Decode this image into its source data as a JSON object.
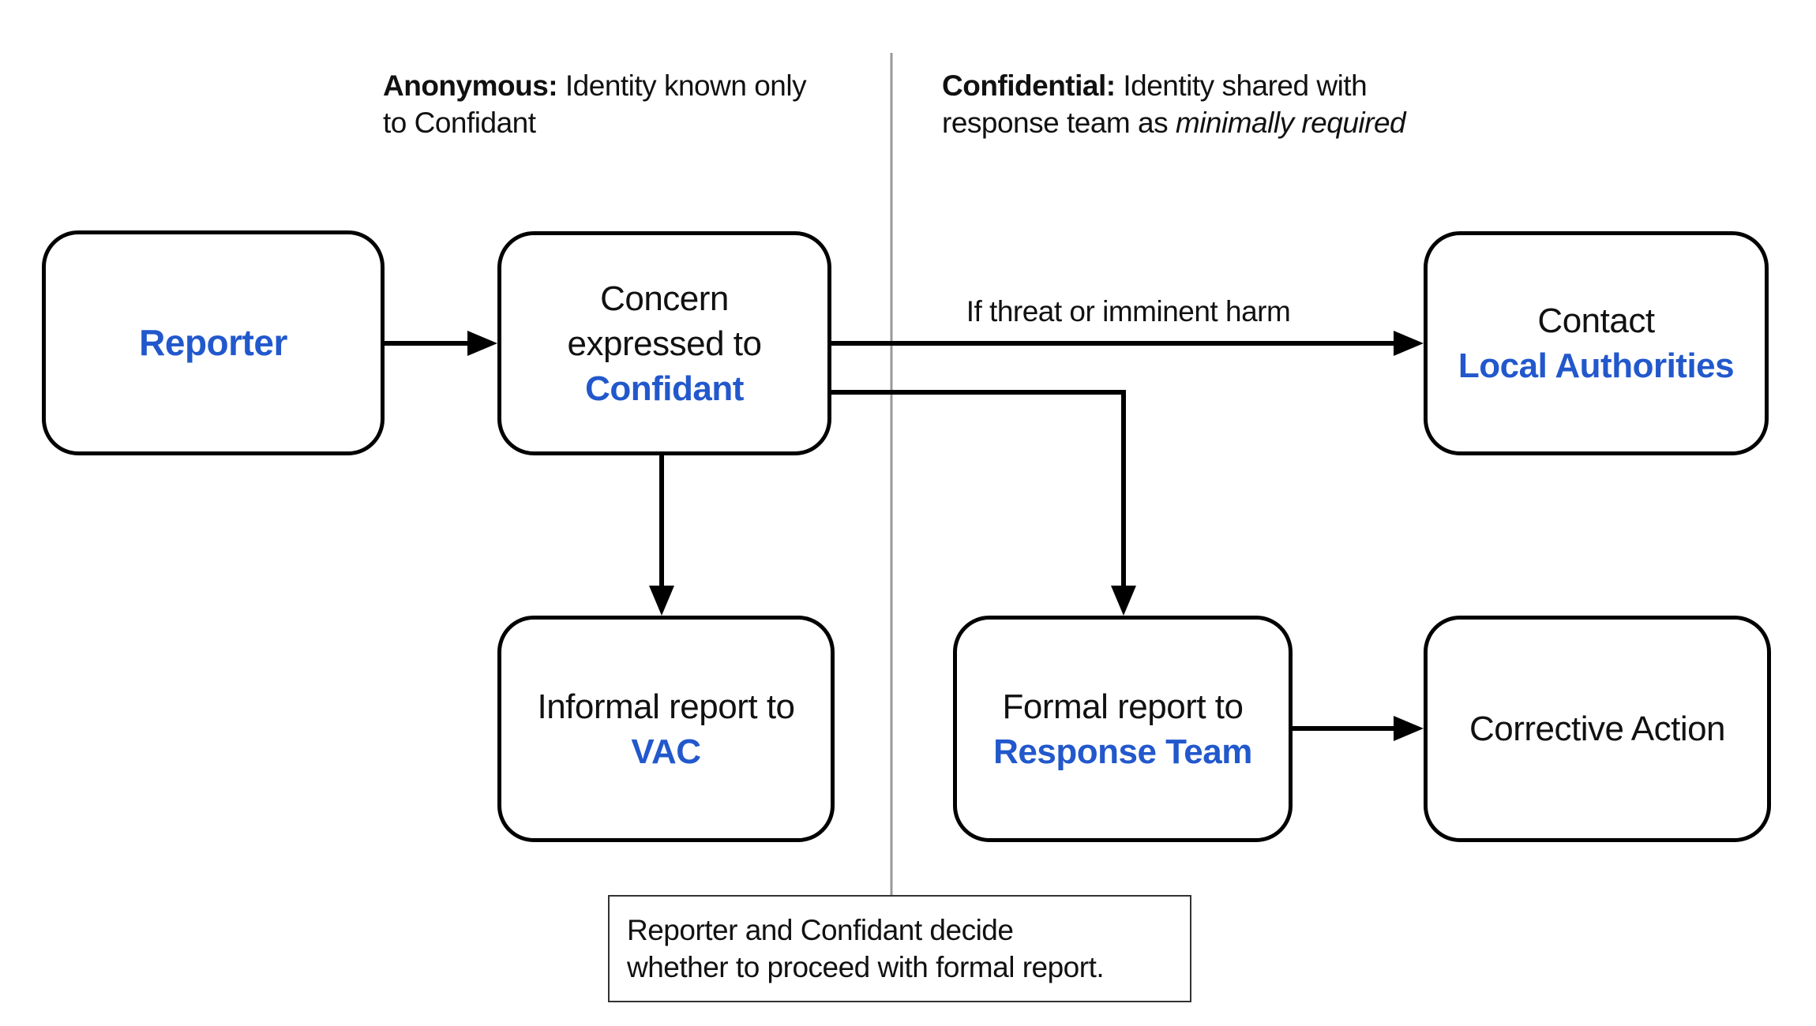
{
  "colors": {
    "accent": "#2258cc",
    "stroke": "#000000",
    "divider": "#999999"
  },
  "annotations": {
    "anonymous": {
      "prefix": "Anonymous:",
      "line1_rest": " Identity known only",
      "line2": "to Confidant"
    },
    "confidential": {
      "prefix": "Confidential:",
      "line1_rest": " Identity shared with",
      "line2_pre": "response team as ",
      "line2_italic": "minimally required"
    }
  },
  "nodes": {
    "reporter": {
      "label": "Reporter"
    },
    "concern": {
      "line1": "Concern",
      "line2": "expressed to",
      "emphasis": "Confidant"
    },
    "local_authorities": {
      "line1": "Contact",
      "emphasis": "Local Authorities"
    },
    "vac": {
      "line1": "Informal report to",
      "emphasis": "VAC"
    },
    "response_team": {
      "line1": "Formal report to",
      "emphasis": "Response Team"
    },
    "corrective_action": {
      "label": "Corrective Action"
    }
  },
  "edges": {
    "threat_label": "If threat or imminent harm"
  },
  "note": {
    "line1": "Reporter and Confidant decide",
    "line2": "whether to proceed with formal report."
  }
}
